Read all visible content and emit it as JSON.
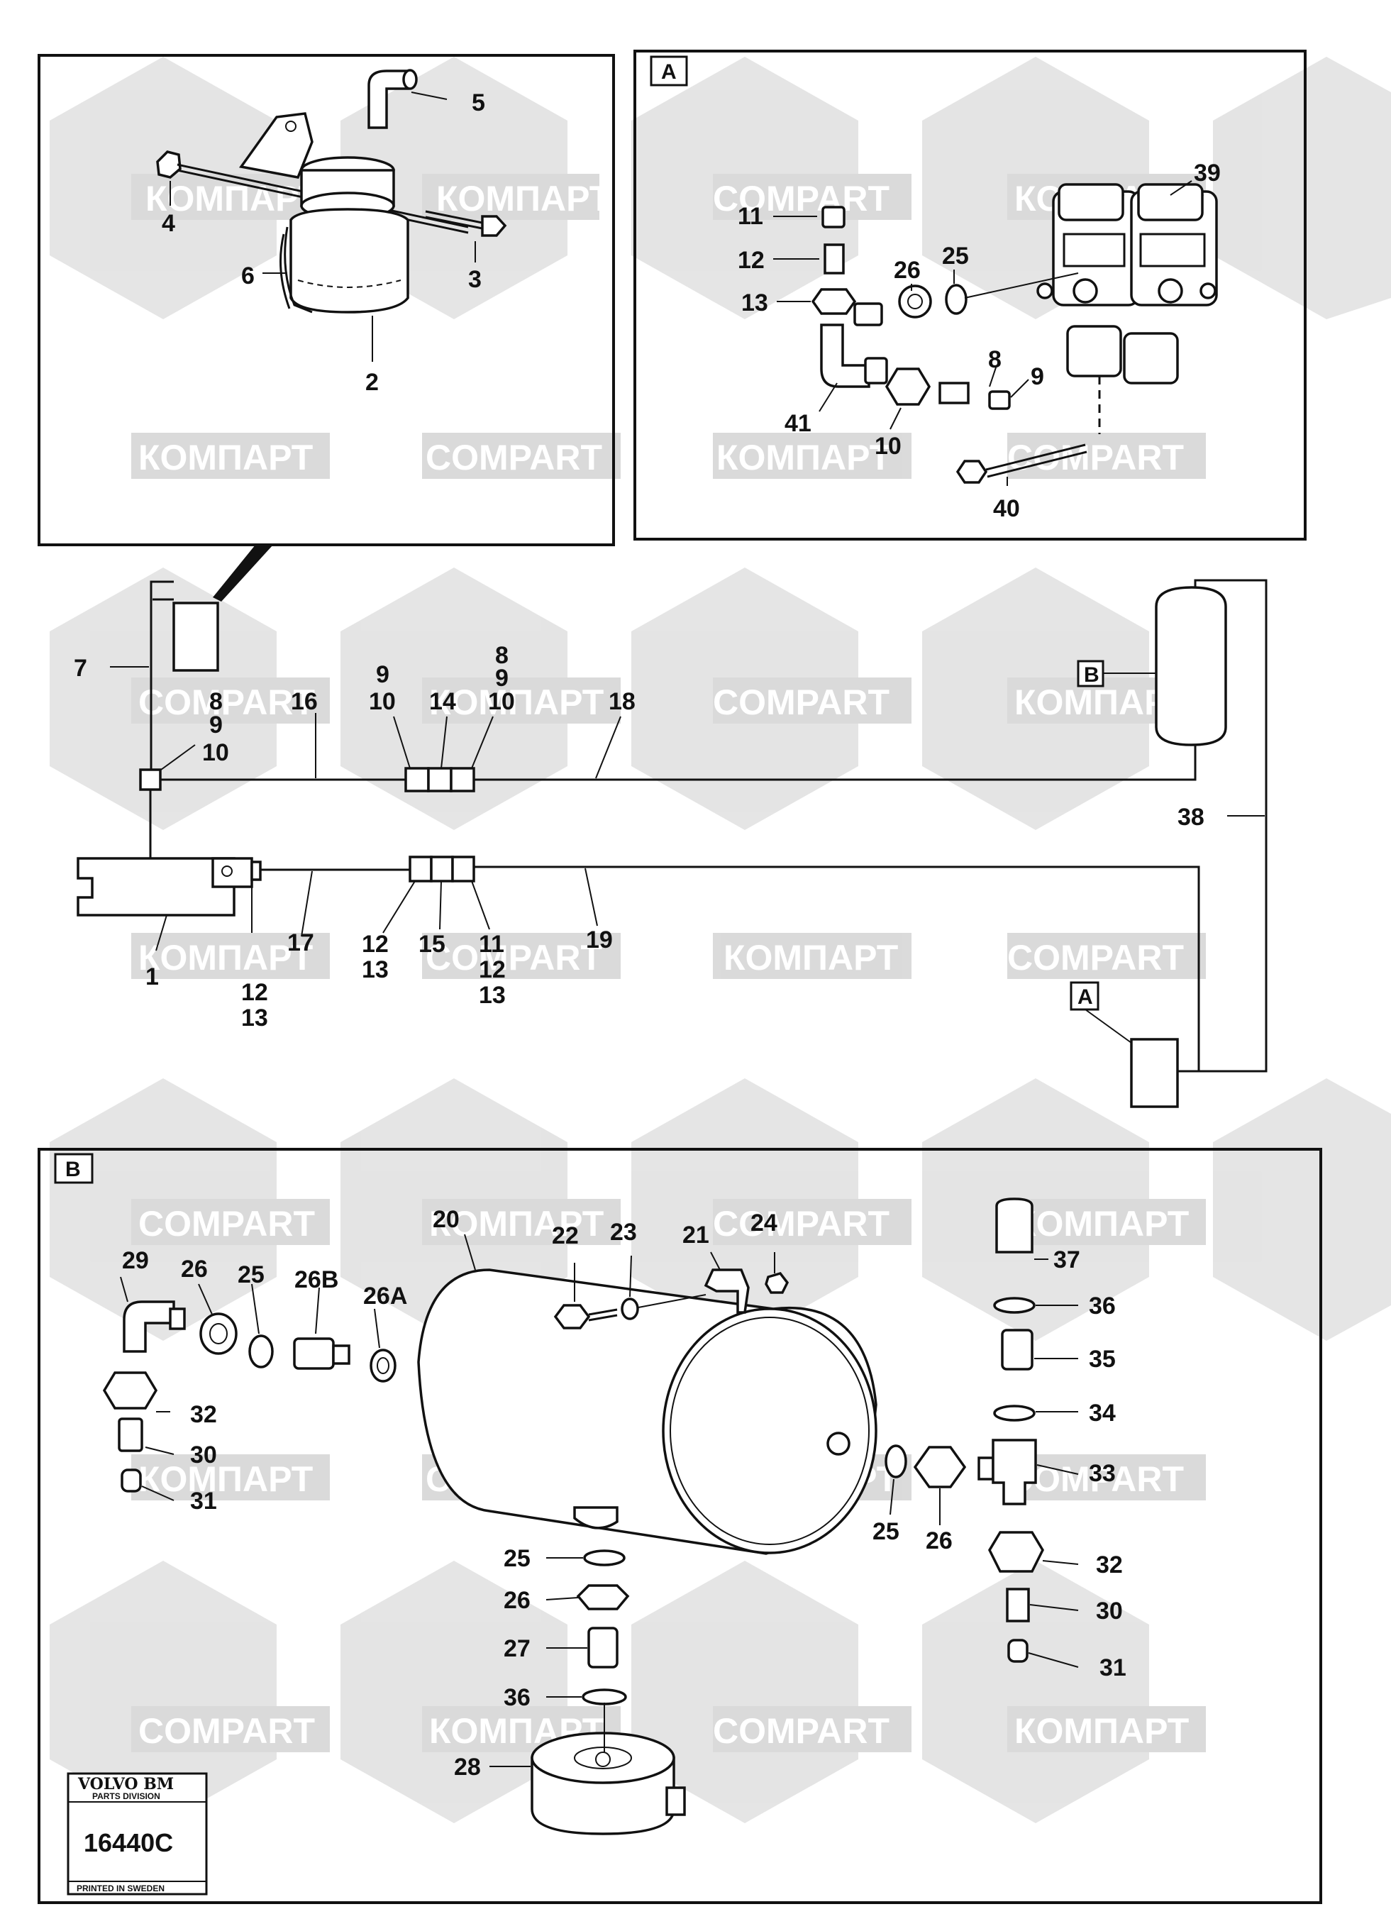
{
  "watermarks": {
    "cyrillic": "КОМПАРТ",
    "latin": "COMPART"
  },
  "detail_boxes": {
    "a": "A",
    "b": "B",
    "a_ref": "A",
    "b_ref": "B"
  },
  "labels": {
    "l5": "5",
    "l4": "4",
    "l6": "6",
    "l3": "3",
    "l2": "2",
    "a11": "11",
    "a12": "12",
    "a13": "13",
    "a26": "26",
    "a25": "25",
    "a39": "39",
    "a8": "8",
    "a9": "9",
    "a41": "41",
    "a10": "10",
    "a40": "40",
    "m7": "7",
    "m8a": "8",
    "m9a": "9",
    "m10a": "10",
    "m16": "16",
    "m9b": "9",
    "m10b": "10",
    "m14": "14",
    "m8c": "8",
    "m9c": "9",
    "m10c": "10",
    "m18": "18",
    "m38": "38",
    "m1": "1",
    "m17": "17",
    "m12a": "12",
    "m13a": "13",
    "m12b": "12",
    "m13b": "13",
    "m15": "15",
    "m11": "11",
    "m12c": "12",
    "m13c": "13",
    "m19": "19",
    "b29": "29",
    "b26": "26",
    "b25": "25",
    "b26B": "26B",
    "b26A": "26A",
    "b20": "20",
    "b22": "22",
    "b23": "23",
    "b21": "21",
    "b24": "24",
    "b37": "37",
    "b36": "36",
    "b35": "35",
    "b34": "34",
    "b33": "33",
    "b32": "32",
    "b30": "30",
    "b31": "31",
    "b25b": "25",
    "b26c": "26",
    "b32b": "32",
    "b30b": "30",
    "b31b": "31",
    "b25c": "25",
    "b26d": "26",
    "b27": "27",
    "b36b": "36",
    "b28": "28"
  },
  "stamp": {
    "brand": "VOLVO BM",
    "division": "PARTS DIVISION",
    "number": "16440C",
    "printed": "PRINTED IN SWEDEN"
  }
}
